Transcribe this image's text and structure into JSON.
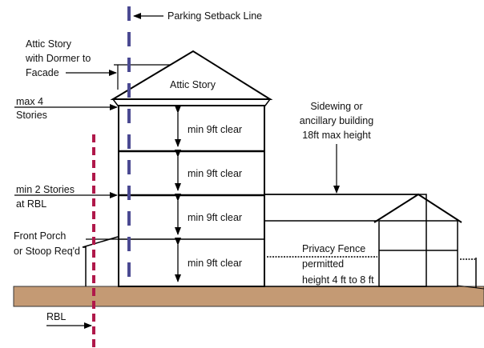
{
  "diagram": {
    "title": "Building height and setback diagram",
    "colors": {
      "ground": "#c49a74",
      "parking_setback_line": "#4b4a92",
      "rbl_line": "#b0184a",
      "outline": "#000000"
    },
    "labels": {
      "parking_setback": "Parking Setback Line",
      "attic_dormer": [
        "Attic Story",
        "with Dormer to",
        "Facade"
      ],
      "attic_story": "Attic Story",
      "max_stories": [
        "max 4",
        "Stories"
      ],
      "min_stories": [
        "min 2 Stories",
        "at RBL"
      ],
      "front_porch": [
        "Front Porch",
        "or Stoop Req'd"
      ],
      "rbl": "RBL",
      "sidewing": [
        "Sidewing or",
        "ancillary building",
        "18ft max height"
      ],
      "privacy_fence": [
        "Privacy Fence",
        "permitted",
        "height 4 ft  to 8 ft"
      ]
    },
    "stories": [
      {
        "label": "min 9ft clear"
      },
      {
        "label": "min 9ft clear"
      },
      {
        "label": "min 9ft clear"
      },
      {
        "label": "min 9ft clear"
      }
    ]
  }
}
